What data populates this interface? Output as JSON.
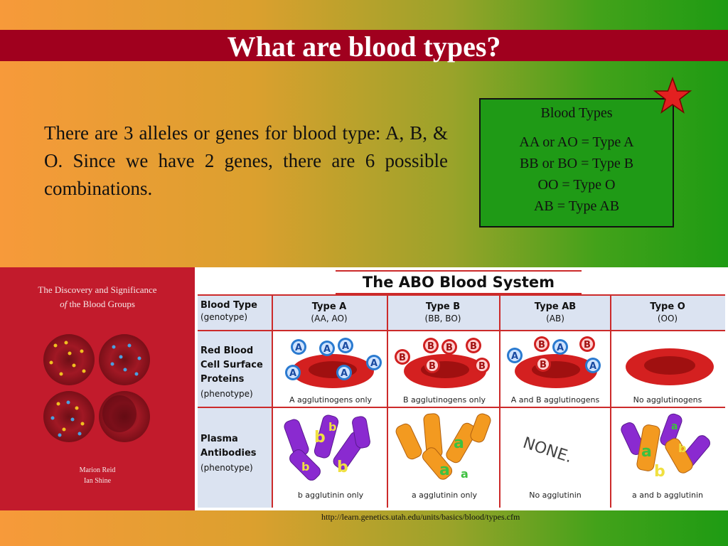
{
  "slide": {
    "title": "What are blood types?",
    "intro_text": "There are 3 alleles or genes for blood type:  A, B, & O. Since we have 2 genes, there are 6 possible combinations.",
    "types_box": {
      "heading": "Blood Types",
      "lines": [
        "AA or AO = Type A",
        "BB or BO = Type B",
        "OO = Type O",
        "AB = Type AB"
      ]
    },
    "source_url": "http://learn.genetics.utah.edu/units/basics/blood/types.cfm",
    "colors": {
      "title_bar": "#a0001e",
      "star": "#e32020",
      "cover": "#c21b2c"
    }
  },
  "book_cover": {
    "title_line1": "The Discovery and Significance",
    "title_line2_italic": "of",
    "title_line2_rest": " the Blood Groups",
    "author1": "Marion Reid",
    "author2": "Ian Shine"
  },
  "abo_chart": {
    "title": "The ABO Blood System",
    "row_headers": [
      {
        "label_lines": [
          "Blood Type"
        ],
        "sub": "(genotype)"
      },
      {
        "label_lines": [
          "Red Blood",
          "Cell Surface",
          "Proteins"
        ],
        "sub": "(phenotype)"
      },
      {
        "label_lines": [
          "Plasma",
          "Antibodies"
        ],
        "sub": "(phenotype)"
      }
    ],
    "columns": [
      {
        "type": "Type A",
        "genotype": "(AA, AO)",
        "surface": "A agglutinogens only",
        "antibody": "b agglutinin only"
      },
      {
        "type": "Type B",
        "genotype": "(BB, BO)",
        "surface": "B agglutinogens only",
        "antibody": "a agglutinin only"
      },
      {
        "type": "Type AB",
        "genotype": "(AB)",
        "surface": "A and B agglutinogens",
        "antibody": "No agglutinin"
      },
      {
        "type": "Type O",
        "genotype": "(OO)",
        "surface": "No agglutinogens",
        "antibody": "a and b agglutinin"
      }
    ],
    "none_label": "NONE."
  }
}
